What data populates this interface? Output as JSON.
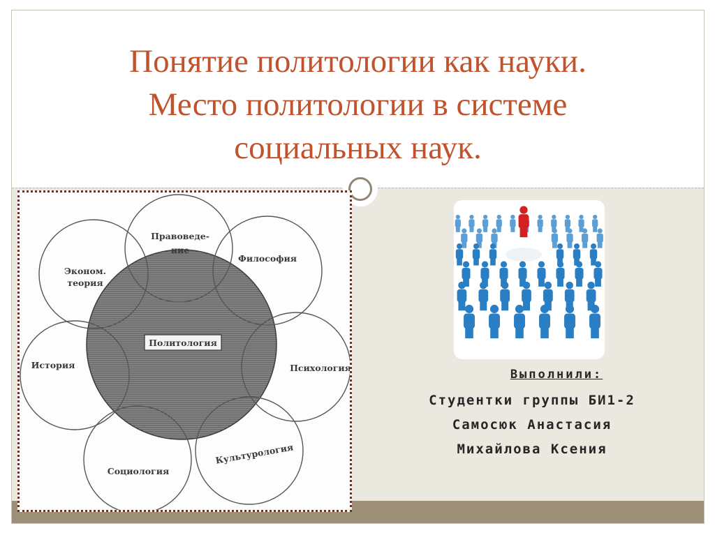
{
  "slide": {
    "title_lines": [
      "Понятие политологии как науки.",
      "Место политологии в системе",
      "социальных наук."
    ]
  },
  "diagram": {
    "center_label": "Политология",
    "sciences": [
      "Правоведе-",
      "ние",
      "Эконом.",
      "теория",
      "Философия",
      "История",
      "Психология",
      "Социология",
      "Культурология"
    ]
  },
  "credits": {
    "heading": "Выполнили:",
    "lines": [
      "Студентки группы БИ1-2",
      "Самосюк Анастасия",
      "Михайлова Ксения"
    ]
  },
  "colors": {
    "title": "#c0532e",
    "frame_border": "#7b2a1d",
    "footer_band": "#9e9078",
    "figures_blue": "#2a7fc4",
    "leader_red": "#d62020"
  },
  "icons": {
    "people": "crowd-of-people-icon",
    "ornament": "ring-ornament-icon"
  }
}
